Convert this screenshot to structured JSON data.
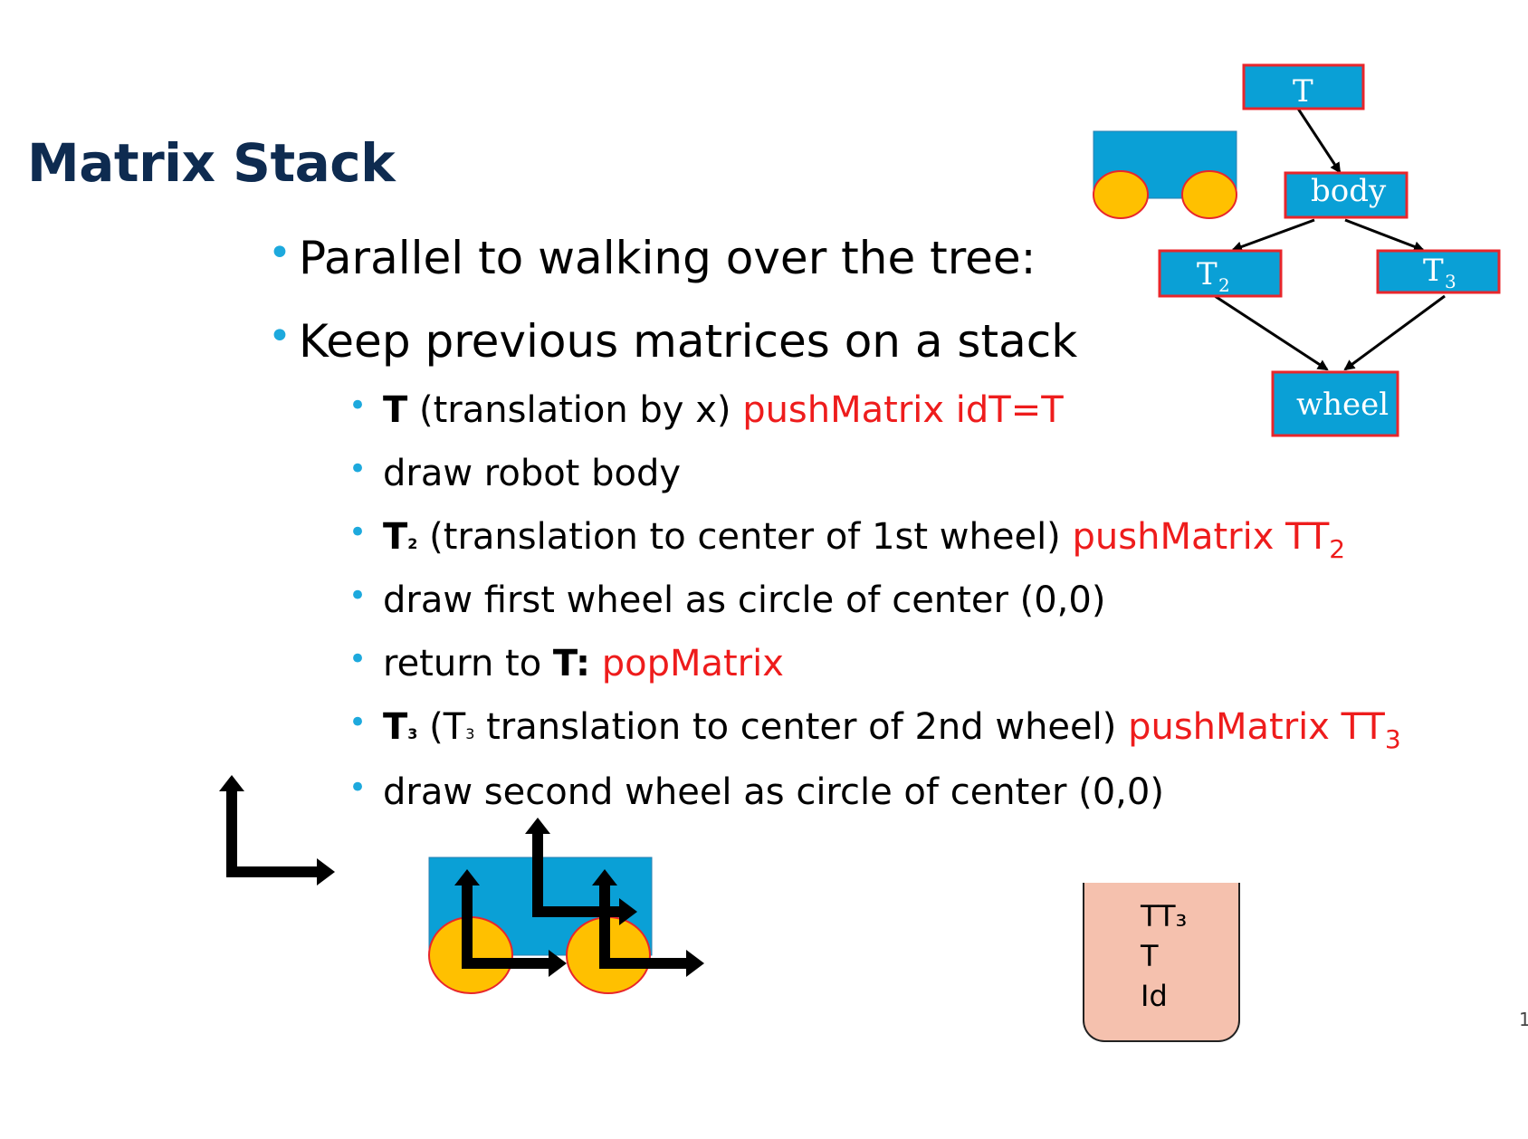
{
  "slide": {
    "title": "Matrix Stack",
    "bullets": [
      {
        "text": "Parallel to walking over the tree:"
      },
      {
        "text": "Keep previous matrices on a stack"
      }
    ],
    "sub_bullets": {
      "b1": {
        "bold": "T",
        "text": " (translation by x) ",
        "red": "pushMatrix idT=T"
      },
      "b2": {
        "text": "draw robot body"
      },
      "b3": {
        "bold": "T",
        "bold_sub": "2",
        "text": " (translation to center of 1st wheel) ",
        "red": "pushMatrix TT",
        "red_sub": "2"
      },
      "b4": {
        "text": "draw first wheel as circle of center (0,0)"
      },
      "b5": {
        "text": "return to ",
        "bold": "T:",
        "red": " popMatrix"
      },
      "b6": {
        "bold": "T",
        "bold_sub": "3",
        "text_a": " (T",
        "text_a_sub": "3",
        "text": " translation to center of 2nd wheel) ",
        "red": "pushMatrix TT",
        "red_sub": "3"
      },
      "b7": {
        "text": "draw second wheel as circle of center (0,0)"
      }
    },
    "tree": {
      "nodes": {
        "T": "T",
        "body": "body",
        "T2": "T",
        "T2_sub": "2",
        "T3": "T",
        "T3_sub": "3",
        "wheel": "wheel"
      },
      "colors": {
        "node_fill": "#0aa0d6",
        "node_border": "#e8262b"
      }
    },
    "stack": {
      "items": [
        "TT₃",
        "T",
        "Id"
      ],
      "color": "#f5c1ae"
    },
    "page_number": "1",
    "colors": {
      "title": "#0e2b50",
      "bullet": "#1da9dd",
      "highlight": "#ee1c1c",
      "car_body": "#0aa0d6",
      "wheel": "#ffc000",
      "wheel_border": "#e8262b"
    }
  }
}
